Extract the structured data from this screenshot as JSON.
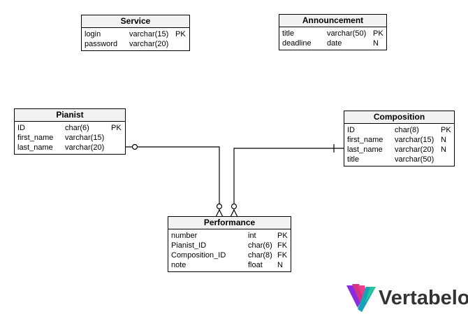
{
  "tables": {
    "service": {
      "name": "Service",
      "columns": [
        {
          "name": "login",
          "type": "varchar(15)",
          "flag": "PK"
        },
        {
          "name": "password",
          "type": "varchar(20)",
          "flag": ""
        }
      ]
    },
    "announcement": {
      "name": "Announcement",
      "columns": [
        {
          "name": "title",
          "type": "varchar(50)",
          "flag": "PK"
        },
        {
          "name": "deadline",
          "type": "date",
          "flag": "N"
        }
      ]
    },
    "pianist": {
      "name": "Pianist",
      "columns": [
        {
          "name": "ID",
          "type": "char(6)",
          "flag": "PK"
        },
        {
          "name": "first_name",
          "type": "varchar(15)",
          "flag": ""
        },
        {
          "name": "last_name",
          "type": "varchar(20)",
          "flag": ""
        }
      ]
    },
    "composition": {
      "name": "Composition",
      "columns": [
        {
          "name": "ID",
          "type": "char(8)",
          "flag": "PK"
        },
        {
          "name": "first_name",
          "type": "varchar(15)",
          "flag": "N"
        },
        {
          "name": "last_name",
          "type": "varchar(20)",
          "flag": "N"
        },
        {
          "name": "title",
          "type": "varchar(50)",
          "flag": ""
        }
      ]
    },
    "performance": {
      "name": "Performance",
      "columns": [
        {
          "name": "number",
          "type": "int",
          "flag": "PK"
        },
        {
          "name": "Pianist_ID",
          "type": "char(6)",
          "flag": "FK"
        },
        {
          "name": "Composition_ID",
          "type": "char(8)",
          "flag": "FK"
        },
        {
          "name": "note",
          "type": "float",
          "flag": "N"
        }
      ]
    }
  },
  "logo": {
    "text": "Vertabelo"
  },
  "colors": {
    "header_bg": "#f2f2f2",
    "line": "#000000",
    "logo_text": "#333333"
  }
}
